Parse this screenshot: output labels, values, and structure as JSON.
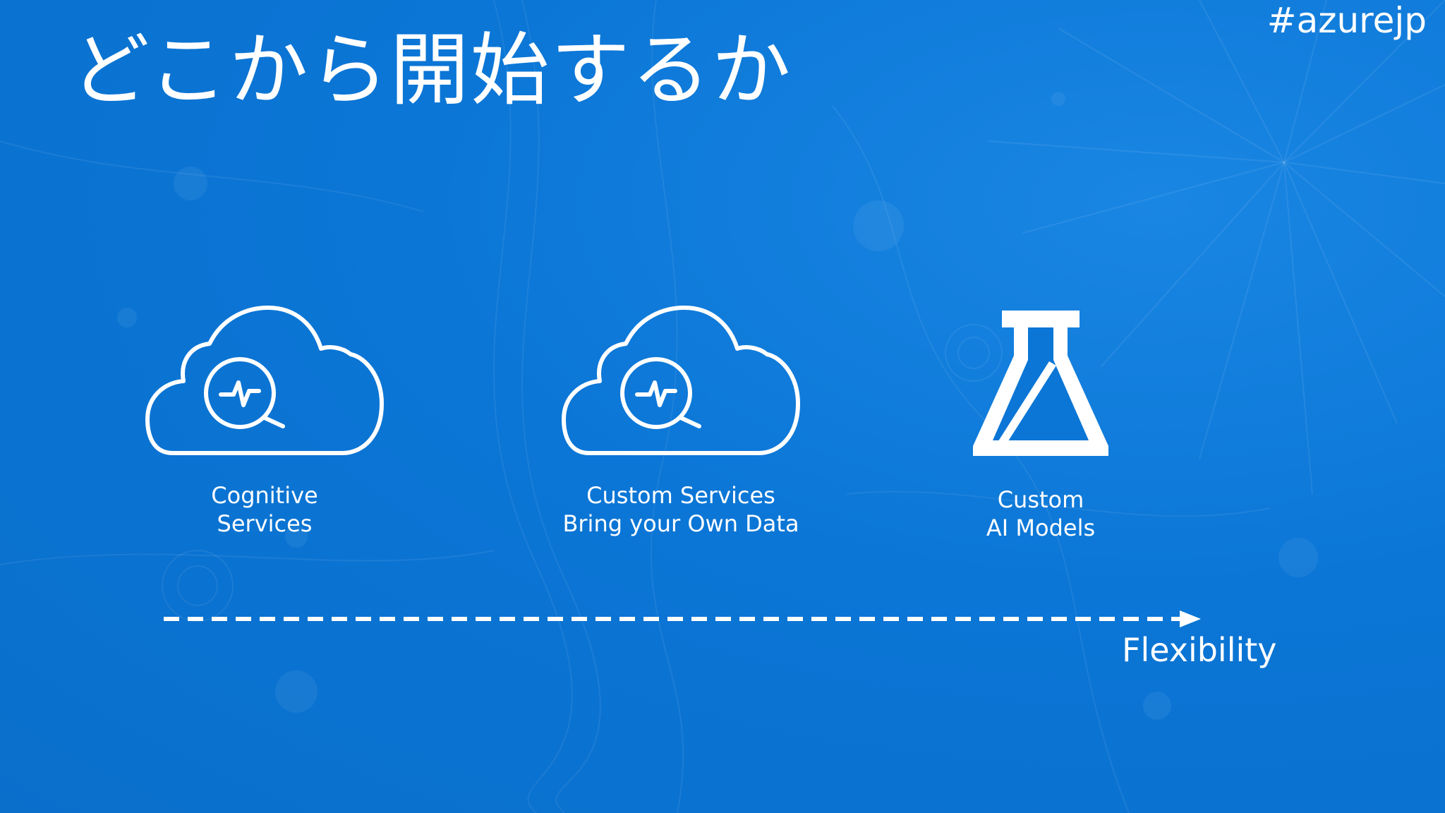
{
  "slide": {
    "title": "どこから開始するか",
    "hashtag": "#azurejp"
  },
  "items": [
    {
      "icon": "cloud-analytics-icon",
      "lines": [
        "Cognitive",
        "Services"
      ]
    },
    {
      "icon": "cloud-analytics-icon",
      "lines": [
        "Custom Services",
        "Bring your Own Data"
      ]
    },
    {
      "icon": "flask-icon",
      "lines": [
        "Custom",
        "AI Models"
      ]
    }
  ],
  "axis": {
    "label": "Flexibility",
    "style": "dashed-arrow"
  },
  "colors": {
    "background": "#0b76d6",
    "foreground": "#ffffff"
  }
}
